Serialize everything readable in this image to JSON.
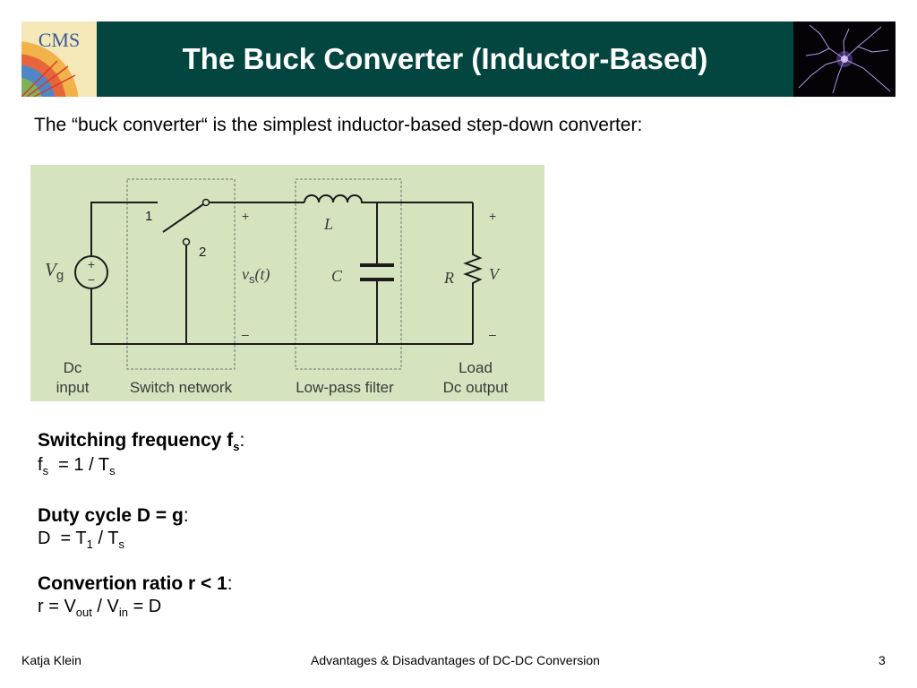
{
  "header": {
    "title": "The Buck Converter (Inductor-Based)",
    "logo_text": "CMS"
  },
  "intro": "The “buck converter“ is the simplest inductor-based step-down converter:",
  "circuit": {
    "switch_pos1": "1",
    "switch_pos2": "2",
    "vg": "V",
    "vg_sub": "g",
    "source_plus": "+",
    "source_minus": "−",
    "vs": "v",
    "vs_sub": "s",
    "vs_arg": "(t)",
    "inductor": "L",
    "capacitor": "C",
    "resistor": "R",
    "output": "V",
    "plus": "+",
    "minus": "–",
    "labels": {
      "dc_input_1": "Dc",
      "dc_input_2": "input",
      "switch_network": "Switch network",
      "low_pass_filter": "Low-pass filter",
      "load_1": "Load",
      "load_2": "Dc output"
    },
    "colors": {
      "background": "#d5e4bf",
      "wire": "#1c1c1c",
      "box": "#707070",
      "label": "#3a3a3a"
    }
  },
  "formulas": {
    "switching": {
      "heading": "Switching frequency f",
      "heading_sub": "s",
      "colon": ":",
      "expr": {
        "lhs": "f",
        "lhs_sub": "s",
        "mid": "  = 1 / T",
        "rhs_sub": "s"
      }
    },
    "duty": {
      "heading": "Duty cycle D = g",
      "colon": ":",
      "expr": {
        "lhs": "D  = T",
        "lhs_sub": "1",
        "mid": " / T",
        "rhs_sub": "s"
      }
    },
    "conversion": {
      "heading": "Convertion ratio r < 1",
      "colon": ":",
      "expr": {
        "lhs": "r = V",
        "sub1": "out",
        "mid": " / V",
        "sub2": "in",
        "tail": " = D"
      }
    }
  },
  "footer": {
    "author": "Katja Klein",
    "center": "Advantages & Disadvantages of DC-DC Conversion",
    "page": "3"
  },
  "colors": {
    "header_bg": "#03463f",
    "header_text": "#ffffff"
  }
}
